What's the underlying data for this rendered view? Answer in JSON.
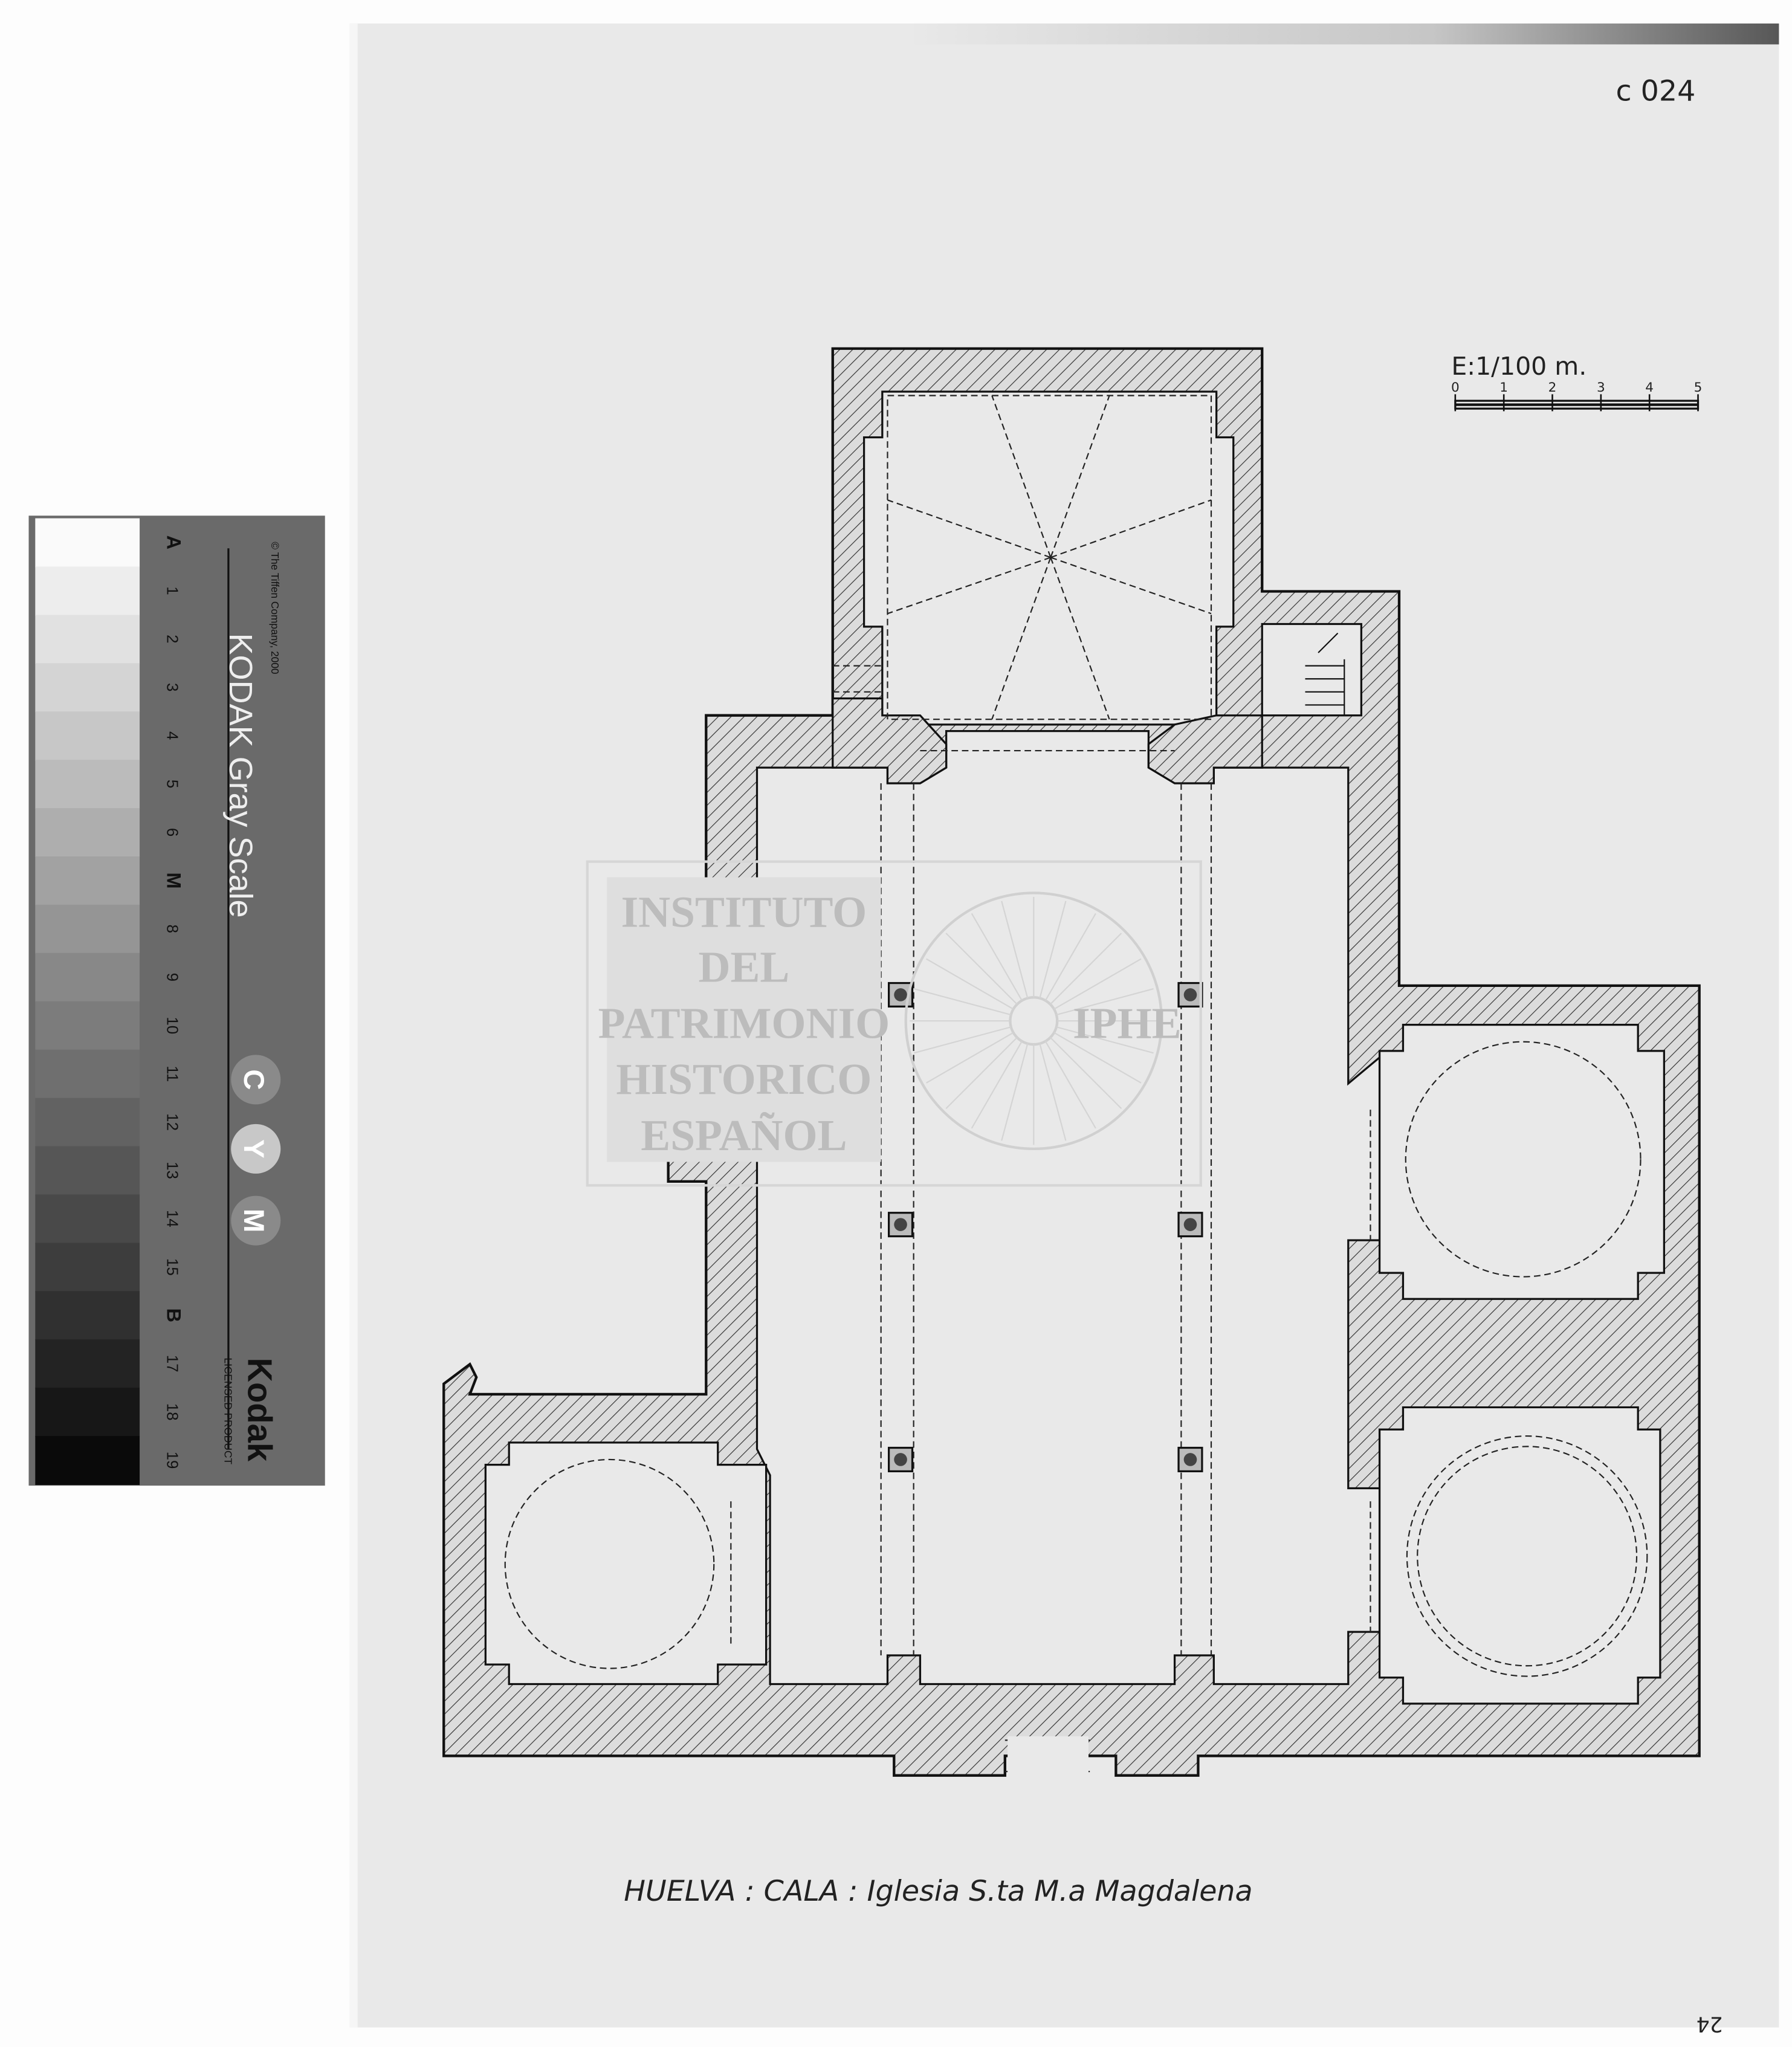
{
  "sheet": {
    "catalog_code": "c 024",
    "scale_label": "E:1/100 m.",
    "scale_ticks": [
      "0",
      "1",
      "2",
      "3",
      "4",
      "5"
    ],
    "caption": "HUELVA : CALA : Iglesia S.ta M.a Magdalena",
    "corner_number": "24"
  },
  "watermark": {
    "lines": [
      "INSTITUTO",
      "DEL",
      "PATRIMONIO",
      "HISTORICO",
      "ESPAÑOL"
    ],
    "acronym": "IPHE"
  },
  "gray_scale_card": {
    "copyright": "© The Tiffen Company, 2000",
    "title": "KODAK Gray Scale",
    "patch_labels": [
      "A",
      "1",
      "2",
      "3",
      "4",
      "5",
      "6",
      "M",
      "8",
      "9",
      "10",
      "11",
      "12",
      "13",
      "14",
      "15",
      "B",
      "17",
      "18",
      "19"
    ],
    "color_marks": [
      "C",
      "Y",
      "M"
    ],
    "brand": "Kodak",
    "license": "LICENSED PRODUCT"
  }
}
